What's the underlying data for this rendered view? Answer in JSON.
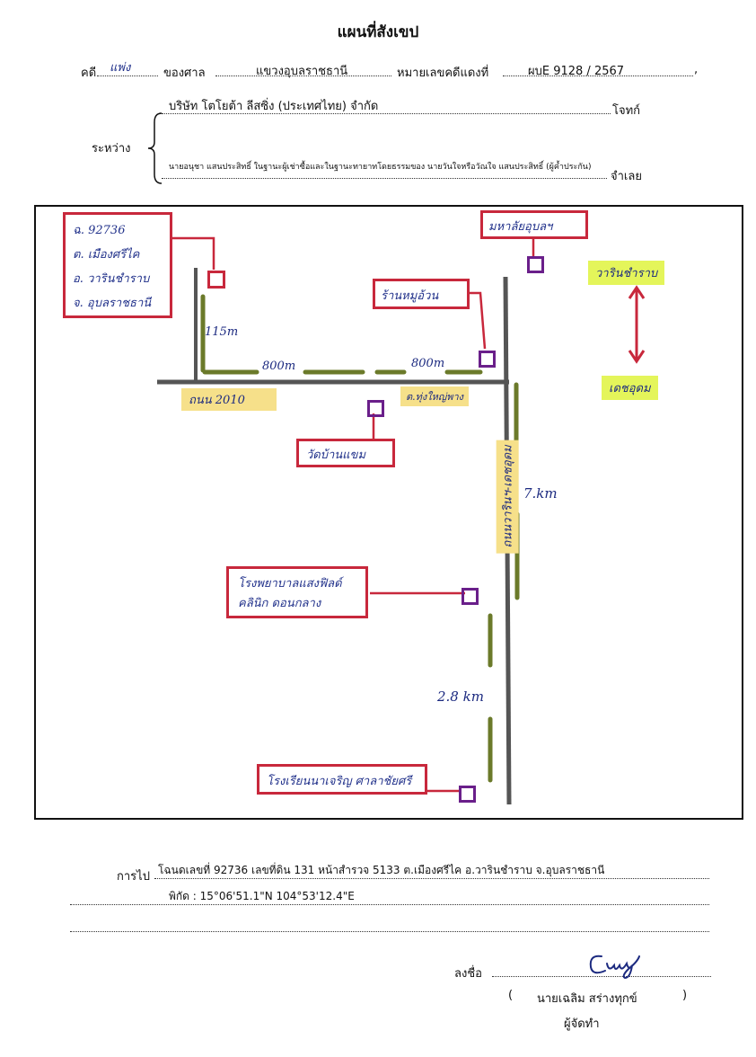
{
  "header": {
    "title": "แผนที่สังเขป",
    "case_label": "คดี",
    "case_type": "แพ่ง",
    "court_label": "ของศาล",
    "court_name": "แขวงอุบลราชธานี",
    "red_no_label": "หมายเลขคดีแดงที่",
    "red_no": "ผบE 9128 / 2567",
    "between_label": "ระหว่าง",
    "plaintiff": "บริษัท โตโยต้า ลีสซิ่ง (ประเทศไทย) จำกัด",
    "plaintiff_role": "โจทก์",
    "defendant": "นายอนุชา แสนประสิทธิ์ ในฐานะผู้เช่าซื้อและในฐานะทายาทโดยธรรมของ นายวันใจหรือวัณใจ แสนประสิทธิ์ (ผู้ค้ำประกัน)",
    "defendant_role": "จำเลย"
  },
  "map": {
    "parcel_note": [
      "ฉ. 92736",
      "ต. เมืองศรีไค",
      "อ. วารินชำราบ",
      "จ. อุบลราชธานี"
    ],
    "university": "มหาลัยอุบลฯ",
    "restaurant": "ร้านหมูอ้วน",
    "temple": "วัดบ้านแขม",
    "hospital": "โรงพยาบาลแสงฟิลด์คลินิก ดอนกลาง",
    "school": "โรงเรียนนาเจริญ ศาลาชัยศรี",
    "dir_north": "วารินชำราบ",
    "dir_south": "เดชอุดม",
    "road_2010": "ถนน 2010",
    "junction": "ต.ทุ่งใหญ่พาง",
    "main_road": "ถนนวารินฯ-เดชอุดม",
    "dist_115": "115m",
    "dist_800a": "800m",
    "dist_800b": "800m",
    "dist_7km": "7.km",
    "dist_28km": "2.8 km"
  },
  "footer": {
    "route_label": "การไป",
    "route_text": "โฉนดเลขที่ 92736 เลขที่ดิน 131 หน้าสำรวจ 5133 ต.เมืองศรีไค อ.วารินชำราบ จ.อุบลราชธานี",
    "coords": "พิกัด : 15°06'51.1\"N 104°53'12.4\"E",
    "sign_label": "ลงชื่อ",
    "signer": "นายเฉลิม สร่างทุกข์",
    "signer_role": "ผู้จัดทำ"
  },
  "colors": {
    "road": "#555555",
    "road_segment": "#6b7a2a",
    "marker": "#6a1f8a",
    "note_border": "#c8283c",
    "arrow": "#c8283c"
  }
}
